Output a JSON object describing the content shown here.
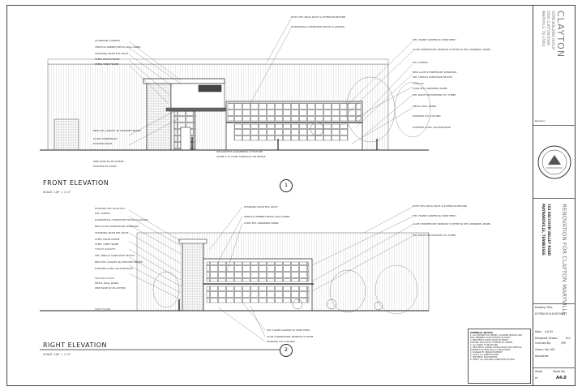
{
  "firm": {
    "name": "CLAYTON",
    "line2": "HOME BUILDING GROUP",
    "line3": "5000 CLAYTON ROAD",
    "line4": "MARYVILLE, TN 37804"
  },
  "project": {
    "title": "RENOVATION FOR CLAYTON MARYVILLE",
    "address": "164 RACCOON VALLEY ROAD",
    "city": "MAYNARDVILLE, TENNESSEE"
  },
  "elevations": [
    {
      "title": "FRONT ELEVATION",
      "scale": "SCALE: 1/8\" = 1'-0\"",
      "number": "1"
    },
    {
      "title": "RIGHT ELEVATION",
      "scale": "SCALE: 1/8\" = 1'-0\"",
      "number": "2"
    }
  ],
  "front_labels_left": [
    "ALUMINUM CORNICE",
    "VERTICAL RIBBED METAL WALL PANEL",
    "STANDING SEAM MTL ROOF",
    "STEEL DRUM FRAME",
    "STEEL TUBE FRAME"
  ],
  "front_labels_left_low": [
    "NEW MTL CANOPY W/ EXPOSED BEAMS",
    "ALUM STOREFRONT",
    "EXISTING ROOF"
  ],
  "front_labels_bottom_left": [
    "WRP BASE W/ PILASTERS",
    "EXISTING EL DOOR"
  ],
  "front_labels_bottom": [
    "DECORATIVE GOOSENECK LT FIXTURE",
    "SLOPE 1:12 CONC SIDEWALK ON GRADE"
  ],
  "front_labels_right": [
    "EXIST MTL BLDG ROOF & EXTERIOR BEYOND",
    "HORIZONTAL COMPOSITE WOOD CLADDING",
    "MTL FRAME SCREEN W/ WIRE MESH",
    "ALUM STOREFRONT WINDOW SYSTEM W/ MTL SPANDREL PANEL",
    "MTL COPING",
    "NEW ALUM STOREFRONT WINDOWS",
    "MTL TRELLIS SUNSHADE DEVICE",
    "CONC MTL SPANDREL PANEL",
    "MTL ROOF ON EXPOSED STL TUBES",
    "METAL WALL PANEL",
    "EXPOSED STL COLUMN",
    "EXPOSED CONC COLUMN BASE"
  ],
  "front_level": "TERRACE",
  "right_labels_left": [
    "EXISTING MTL BLDG EXT",
    "MTL COPING",
    "HORIZONTAL COMPOSITE WOOD CLADDING",
    "NEW ALUM STOREFRONT WINDOWS",
    "STANDING SEAM MTL ROOF",
    "STEEL DRUM FRAME",
    "STEEL TUBE FRAME",
    "MTL TRELLIS SUNSHADE DEVICE",
    "NEW MTL CANOPY W/ EXPOSED BEAMS",
    "EXPOSED CONC COLUMN BASE",
    "METAL WALL PANEL"
  ],
  "right_labels_top": [
    "STANDING SEAM MTL ROOF",
    "VERTICAL RIBBED METAL WALL PANEL",
    "CONC MTL SPANDREL PANEL"
  ],
  "right_labels_right": [
    "EXIST MTL BLDG ROOF & EXTERIOR BEYOND",
    "MTL FRAME SCREEN W/ WIRE MESH",
    "ALUM STOREFRONT WINDOW SYSTEM W/ MTL SPANDREL PANEL",
    "MTL ROOF ON EXPOSED STL TUBES"
  ],
  "right_labels_bottom": [
    "MTL FRAME SCREEN W/ WIRE MESH",
    "ALUM STOREFRONT WINDOW SYSTEM",
    "EXPOSED STL COLUMN"
  ],
  "right_levels": [
    "T/ROOF PARAPET",
    "SECOND FLOOR",
    "WRP BASE W/ PILASTERS",
    "FIRST FLOOR"
  ],
  "general_notes": {
    "title": "GENERAL NOTES",
    "lines": [
      "1. ALL EXPOSED STL BEAMS, COLUMNS, BRACES AND",
      "   MISC MEMBERS TO BE PAINTED W/ EPOXY",
      "2. NEW METAL ROOF COLOR TO MATCH",
      "   EXISTING BLDG ROOF. CONFIRM W/ OWNER",
      "3. ALL JOINTS TO BE SEALED",
      "4. NEW METAL COPING ALONG EDGES AND VERTICAL",
      "   ELEMENTS OF NEW WALL TO BE PAINTED",
      "5. SIGNAGE BY SEPARATE PERMIT",
      "6. CAULK ALL PENETRATIONS",
      "7. SEE SPECS FOR FINISHES",
      "8. VERIFY ALL EXISTING CONDITIONS IN FIELD"
    ]
  },
  "titleblock": {
    "revision_label": "Revision",
    "drawing_title_label": "Drawing Title:",
    "drawing_title": "EXTERIOR ELEVATIONS",
    "date_label": "Date:",
    "date": "4.8.20",
    "designed_label": "Designed: Drawn:",
    "designed_by": "DLC",
    "checked_label": "Checked By:",
    "checked_by": "JPW",
    "comm_label": "Comm. No. 921",
    "disclaimer": "Disclaimer",
    "sheet_label": "Sheet",
    "sheet_of": "of",
    "sheet_no_label": "Sheet No.",
    "sheet_no": "A4.0"
  },
  "colors": {
    "line": "#444444",
    "hatch": "#9a9a9a",
    "light": "#bdbdbd"
  }
}
